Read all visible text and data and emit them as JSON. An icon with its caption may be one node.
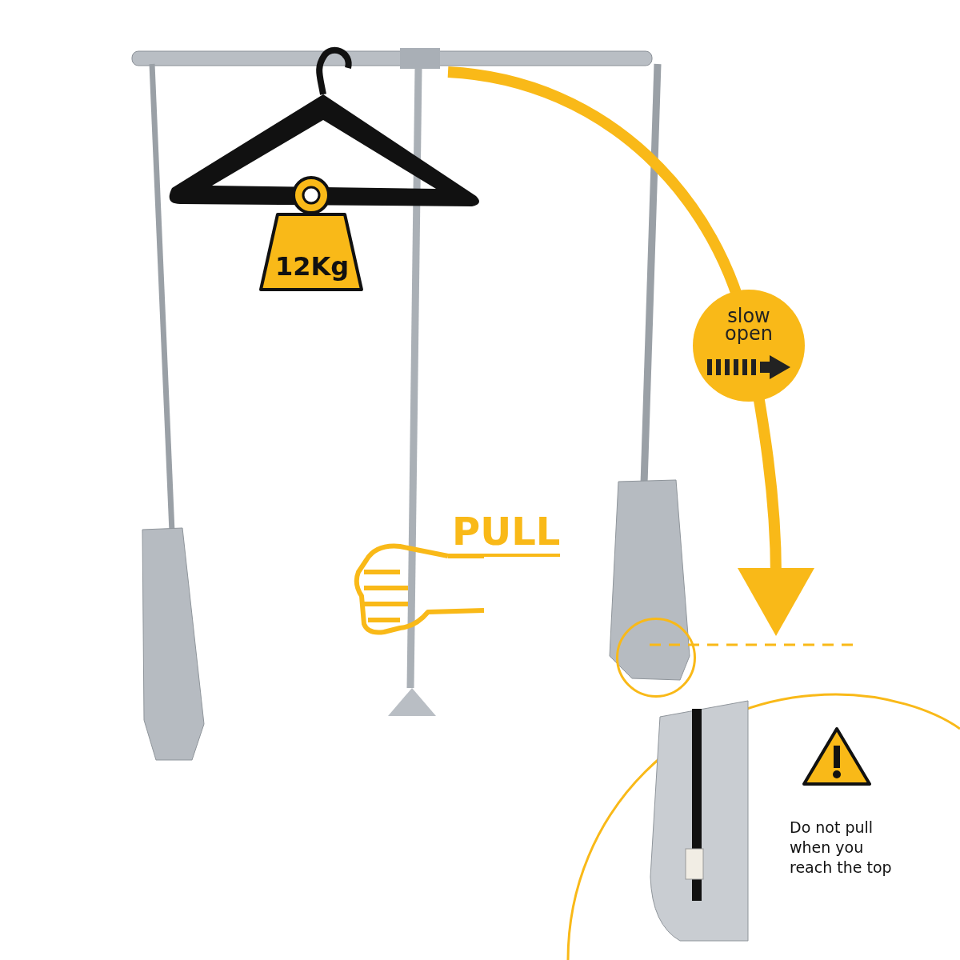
{
  "diagram": {
    "nodes": [
      {
        "text": [
          "12Kg"
        ]
      },
      {
        "text": [
          "slow open"
        ]
      },
      {
        "text": [],
        "shape": "circle"
      },
      {
        "text": [
          "Do not pull when you reach the top"
        ]
      }
    ],
    "labels": [
      "PULL"
    ]
  }
}
